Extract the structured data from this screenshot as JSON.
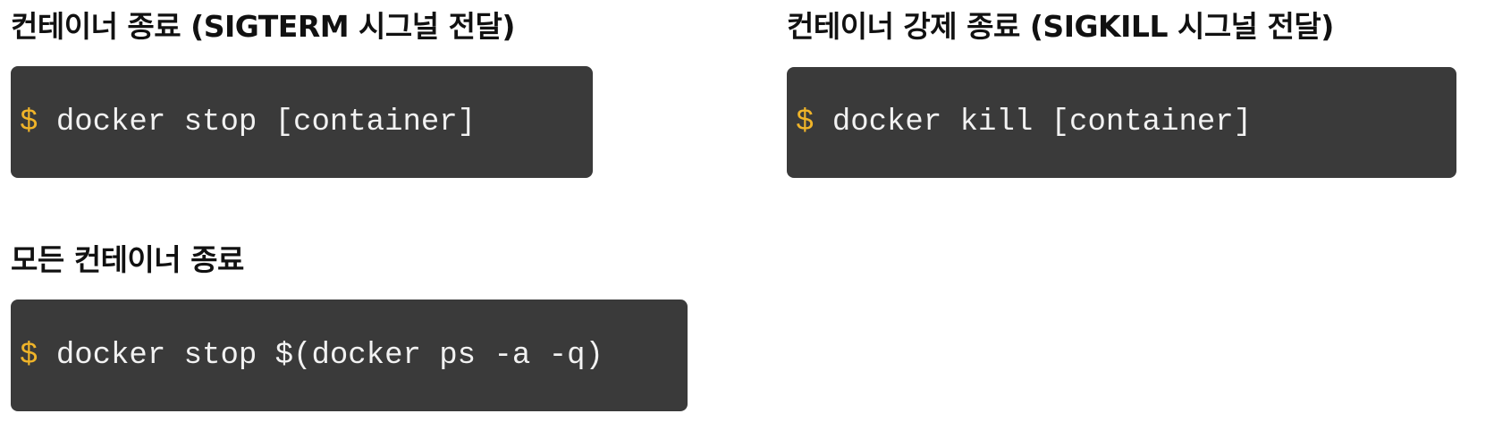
{
  "sections": [
    {
      "heading": "컨테이너 종료 (SIGTERM 시그널 전달)",
      "prompt": "$",
      "command": "docker stop [container]"
    },
    {
      "heading": "컨테이너 강제 종료 (SIGKILL 시그널 전달)",
      "prompt": "$",
      "command": "docker kill [container]"
    },
    {
      "heading": "모든 컨테이너 종료",
      "prompt": "$",
      "command": "docker stop $(docker ps -a -q)"
    }
  ],
  "colors": {
    "code_background": "#3a3a3a",
    "prompt": "#f0b429",
    "command_text": "#f2f2f2",
    "heading_text": "#111111"
  }
}
